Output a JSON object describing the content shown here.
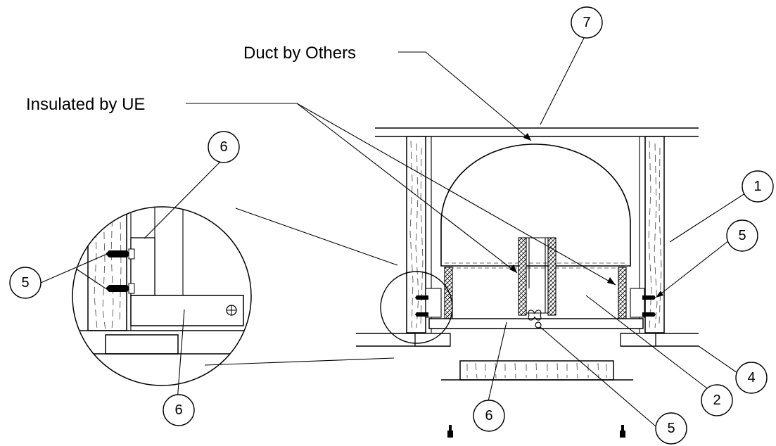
{
  "labels": {
    "duct": "Duct by Others",
    "insulated": "Insulated by UE"
  },
  "callouts": {
    "c1": "1",
    "c2": "2",
    "c4": "4",
    "c5_right": "5",
    "c5_bottom": "5",
    "c5_detail": "5",
    "c6_detail_top": "6",
    "c6_detail_bottom": "6",
    "c6_bottom": "6",
    "c7": "7"
  },
  "colors": {
    "line": "#000000",
    "wood_fill": "#e6e6e6",
    "insulation_fill": "#d9d9d9"
  }
}
